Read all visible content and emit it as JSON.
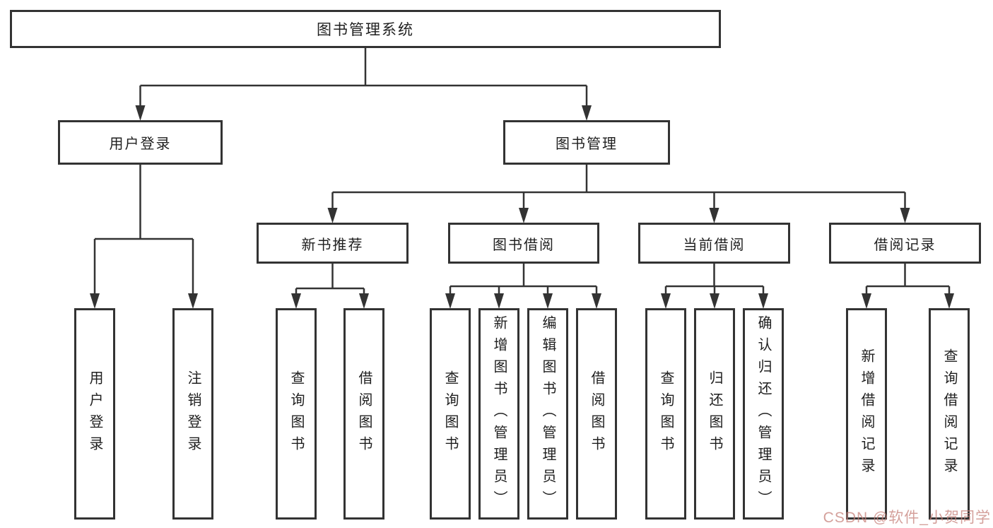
{
  "colors": {
    "line": "#333333",
    "box_border": "#333333",
    "text": "#1f1f1f",
    "background": "#ffffff",
    "watermark": "#c6807a"
  },
  "tree": {
    "root": {
      "label": "图书管理系统",
      "children": [
        {
          "label": "用户登录",
          "children": [
            {
              "label": "用户登录"
            },
            {
              "label": "注销登录"
            }
          ]
        },
        {
          "label": "图书管理",
          "children": [
            {
              "label": "新书推荐",
              "children": [
                {
                  "label": "查询图书"
                },
                {
                  "label": "借阅图书"
                }
              ]
            },
            {
              "label": "图书借阅",
              "children": [
                {
                  "label": "查询图书"
                },
                {
                  "label": "新增图书（管理员）"
                },
                {
                  "label": "编辑图书（管理员）"
                },
                {
                  "label": "借阅图书"
                }
              ]
            },
            {
              "label": "当前借阅",
              "children": [
                {
                  "label": "查询图书"
                },
                {
                  "label": "归还图书"
                },
                {
                  "label": "确认归还（管理员）"
                }
              ]
            },
            {
              "label": "借阅记录",
              "children": [
                {
                  "label": "新增借阅记录"
                },
                {
                  "label": "查询借阅记录"
                }
              ]
            }
          ]
        }
      ]
    }
  },
  "watermark": {
    "text": "CSDN @软件_小贺同学"
  }
}
